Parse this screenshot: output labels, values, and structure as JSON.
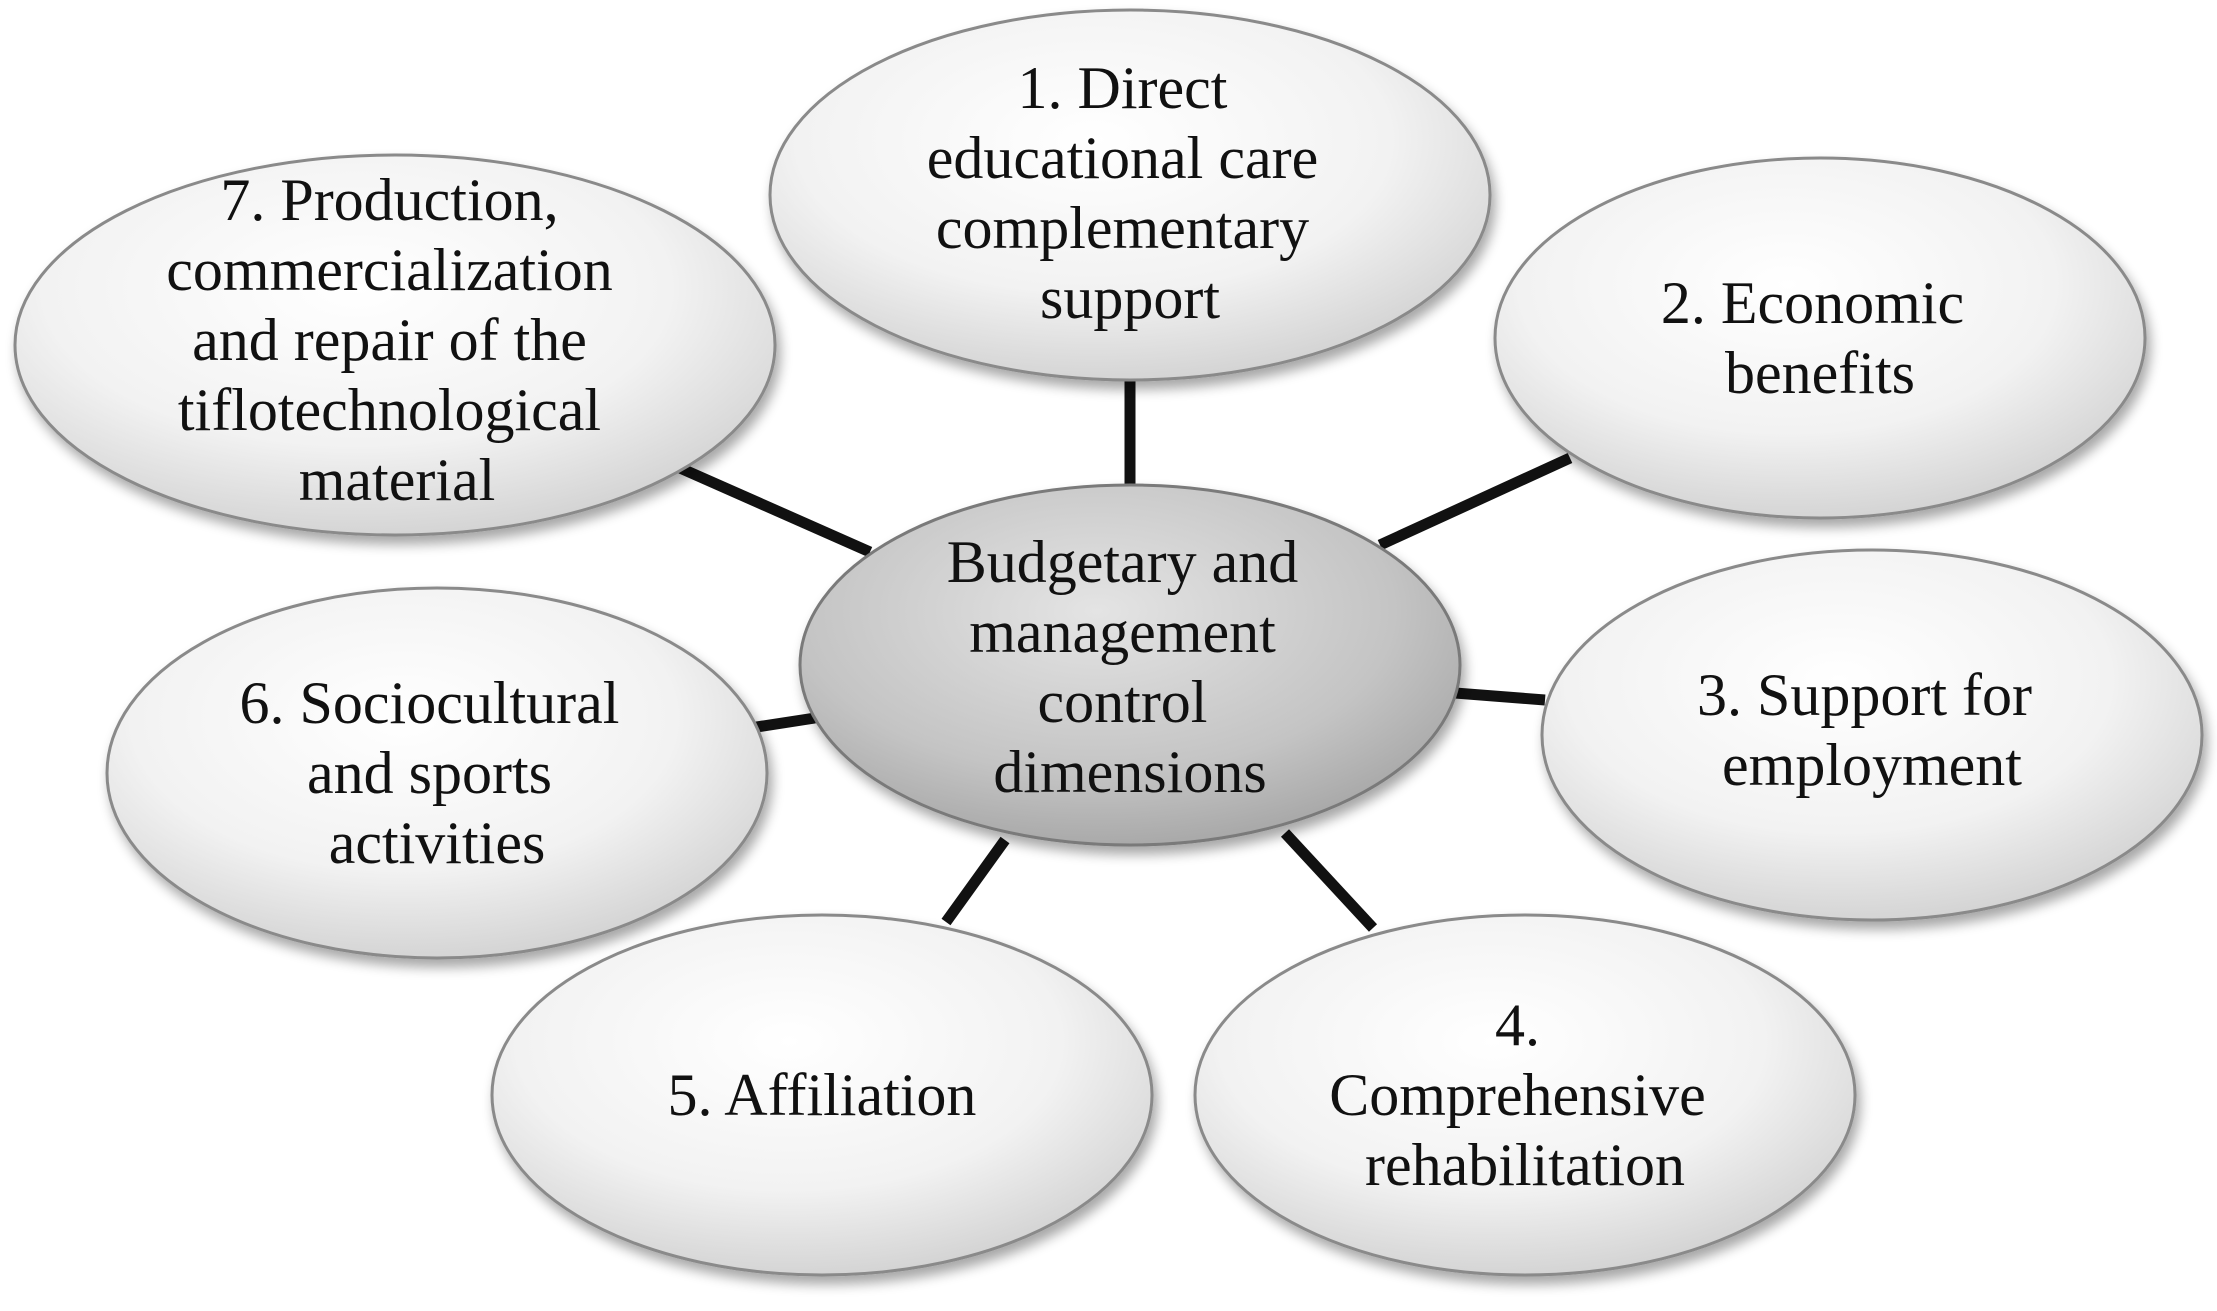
{
  "center": {
    "lines": [
      "Budgetary and",
      "management",
      "control",
      "dimensions"
    ]
  },
  "dimensions": [
    {
      "lines": [
        "1. Direct",
        "educational care",
        "complementary",
        "support"
      ]
    },
    {
      "lines": [
        "2. Economic",
        "benefits"
      ]
    },
    {
      "lines": [
        "3. Support for",
        "employment"
      ]
    },
    {
      "lines": [
        "4.",
        "Comprehensive",
        "rehabilitation"
      ]
    },
    {
      "lines": [
        "5. Affiliation"
      ]
    },
    {
      "lines": [
        "6. Sociocultural",
        "and sports",
        "activities"
      ]
    },
    {
      "lines": [
        "7. Production,",
        "commercialization",
        "and repair of the",
        "tiflotechnological",
        "material"
      ]
    }
  ],
  "colors": {
    "center_fill_light": "#d9d9d9",
    "center_fill_dark": "#a6a6a6",
    "node_fill_light": "#ffffff",
    "node_fill_dark": "#cfcfcf",
    "outline": "#8a8a8a",
    "connector": "#111111",
    "text": "#111111"
  }
}
